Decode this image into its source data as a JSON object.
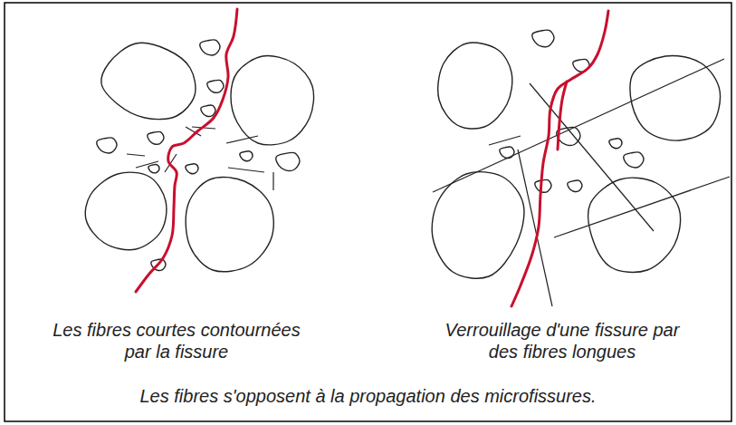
{
  "diagram": {
    "caption": "Les fibres s'opposent à la propagation des microfissures.",
    "labels": [
      "Les fibres courtes contournées par la fissure",
      "Verrouillage d'une fissure par des fibres longues"
    ]
  }
}
